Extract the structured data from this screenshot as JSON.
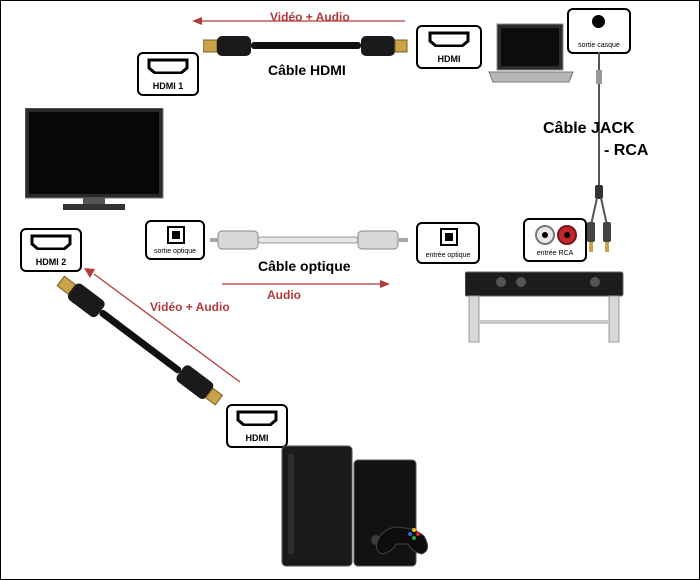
{
  "labels": {
    "cable_hdmi": "Câble HDMI",
    "cable_optique": "Câble optique",
    "cable_jack_line1": "Câble JACK",
    "cable_jack_line2": "- RCA",
    "video_audio_top": "Vidéo + Audio",
    "video_audio_bottom": "Vidéo + Audio",
    "audio": "Audio"
  },
  "ports": {
    "tv_hdmi1": "HDMI 1",
    "tv_hdmi2": "HDMI 2",
    "laptop_hdmi": "HDMI",
    "laptop_headphone": "sortie casque",
    "tv_optical_out": "sortie optique",
    "furniture_optical_in": "entrée optique",
    "furniture_rca_in": "entrée RCA",
    "console_hdmi": "HDMI"
  },
  "colors": {
    "arrow": "#b33a3a",
    "text_red": "#b33a3a"
  }
}
